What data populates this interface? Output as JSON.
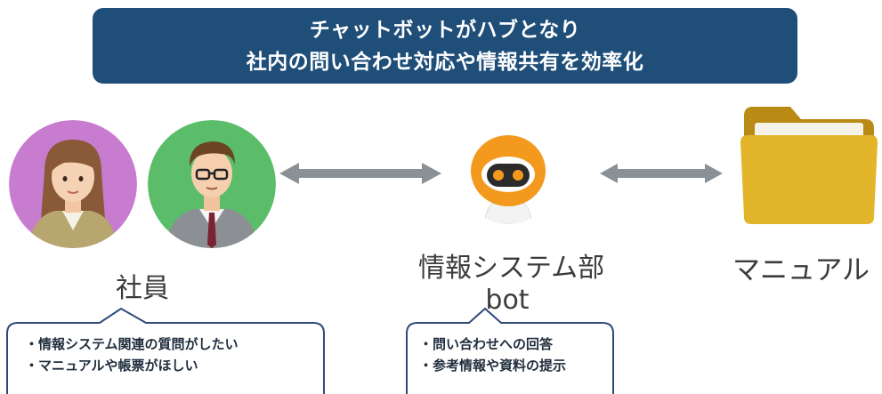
{
  "banner": {
    "line1": "チャットボットがハブとなり",
    "line2": "社内の問い合わせ対応や情報共有を効率化"
  },
  "nodes": {
    "employees": {
      "label": "社員"
    },
    "bot": {
      "label_line1": "情報システム部",
      "label_line2": "bot"
    },
    "manual": {
      "label": "マニュアル"
    }
  },
  "callouts": {
    "employees": [
      "・情報システム関連の質問がしたい",
      "・マニュアルや帳票がほしい"
    ],
    "bot": [
      "・問い合わせへの回答",
      "・参考情報や資料の提示"
    ]
  },
  "colors": {
    "banner": "#1f4e79",
    "callout_border": "#2e4a7a",
    "arrow": "#8a9196",
    "woman_bg": "#c77ccf",
    "man_bg": "#5bbd6a",
    "robot": "#f39a1e",
    "folder": "#d9a620"
  },
  "icons": [
    "woman-avatar-icon",
    "man-avatar-icon",
    "robot-icon",
    "folder-icon",
    "double-arrow-icon"
  ]
}
